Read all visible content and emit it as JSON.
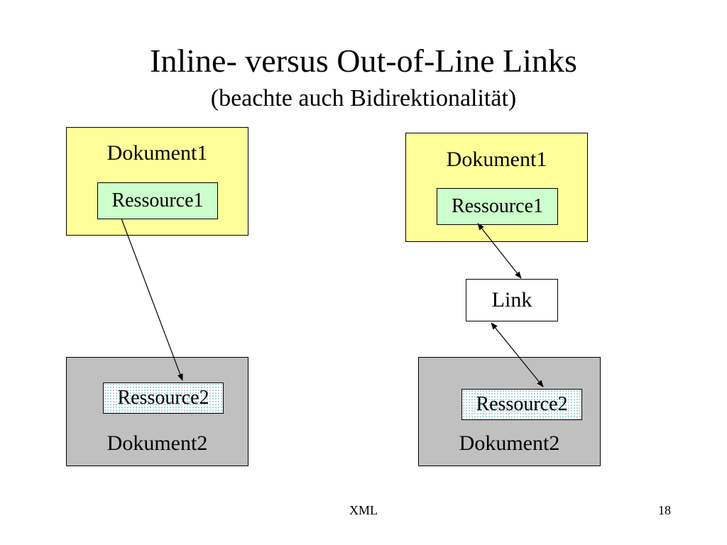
{
  "slide": {
    "title": "Inline- versus Out-of-Line Links",
    "subtitle": "(beachte auch Bidirektionalität)",
    "footer_center": "XML",
    "page_number": "18"
  },
  "colors": {
    "document1_fill": "#ffff99",
    "resource1_fill": "#ccffcc",
    "document2_fill": "#c0c0c0",
    "resource2_dots": "#9fd0d0",
    "link_fill": "#ffffff"
  },
  "inline": {
    "document1": {
      "label": "Dokument1",
      "resource": "Ressource1"
    },
    "document2": {
      "label": "Dokument2",
      "resource": "Ressource2"
    }
  },
  "outofline": {
    "document1": {
      "label": "Dokument1",
      "resource": "Ressource1"
    },
    "link": {
      "label": "Link"
    },
    "document2": {
      "label": "Dokument2",
      "resource": "Ressource2"
    }
  }
}
